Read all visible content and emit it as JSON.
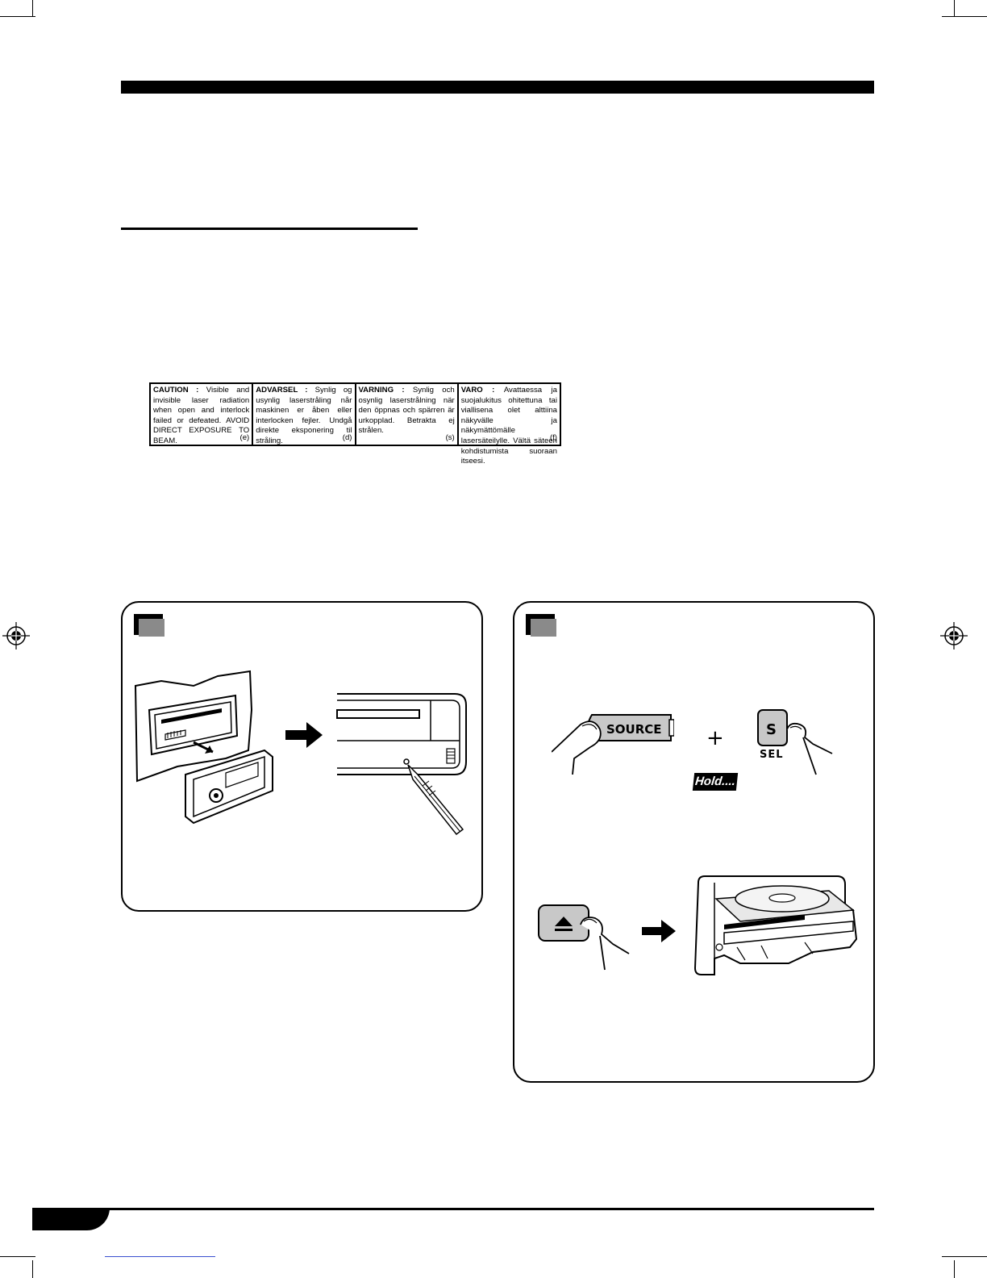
{
  "caution_label": {
    "columns": [
      {
        "head": "CAUTION :",
        "body": "Visible and invisible laser radiation when open and interlock failed or defeated. AVOID DIRECT EXPOSURE TO BEAM.",
        "code": "(e)"
      },
      {
        "head": "ADVARSEL :",
        "body": "Synlig og usynlig laserstråling når maskinen er åben eller interlocken fejler. Undgå direkte eksponering til stråling.",
        "code": "(d)"
      },
      {
        "head": "VARNING :",
        "body": "Synlig och osynlig laserstrålning när den öppnas och spärren är urkopplad. Betrakta ej strålen.",
        "code": "(s)"
      },
      {
        "head": "VARO :",
        "body": "Avattaessa ja suojalukitus ohitettuna tai viallisena olet alttiina näkyvälle ja näkymättömälle lasersäteilylle. Vältä säteen kohdistumista suoraan itseesi.",
        "code": "(f)"
      }
    ]
  },
  "right_panel": {
    "source_button_label": "SOURCE",
    "s_button_label": "S",
    "sel_label": "SEL",
    "plus": "+",
    "hold_badge": "Hold...."
  },
  "icons": {
    "registration": "registration-mark-icon",
    "eject": "eject-icon",
    "arrow": "right-arrow-icon"
  }
}
